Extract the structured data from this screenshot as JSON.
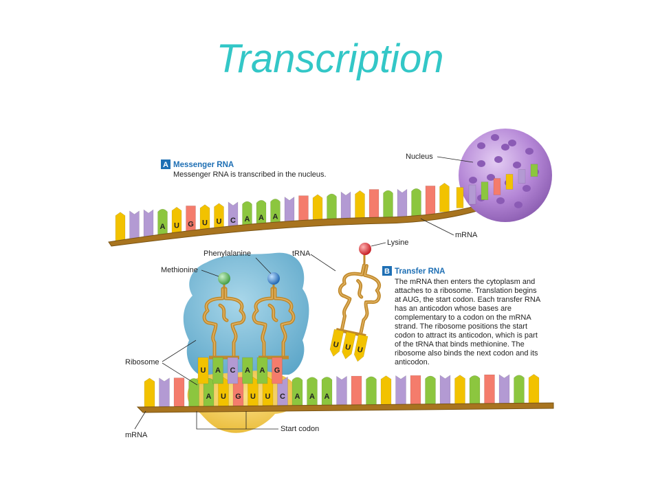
{
  "title": "Transcription",
  "section_a": {
    "badge": "A",
    "heading": "Messenger RNA",
    "text": "Messenger RNA is transcribed in the nucleus."
  },
  "section_b": {
    "badge": "B",
    "heading": "Transfer RNA",
    "lines": [
      "The mRNA then enters the cytoplasm and",
      "attaches to a ribosome. Translation begins",
      "at AUG, the start codon. Each transfer RNA",
      "has an anticodon whose bases are",
      "complementary to a codon on the mRNA",
      "strand. The ribosome positions the start",
      "codon to attract its anticodon, which is part",
      "of the tRNA that binds methionine. The",
      "ribosome also binds the next codon and its",
      "anticodon."
    ]
  },
  "labels": {
    "nucleus": "Nucleus",
    "mrna_top": "mRNA",
    "lysine": "Lysine",
    "trna": "tRNA",
    "phenylalanine": "Phenylalanine",
    "methionine": "Methionine",
    "ribosome": "Ribosome",
    "mrna_bottom": "mRNA",
    "start_codon": "Start codon"
  },
  "top_strand_bases": [
    "A",
    "U",
    "G",
    "U",
    "U",
    "C",
    "A",
    "A",
    "A"
  ],
  "free_trna_anticodon": [
    "U",
    "U",
    "U"
  ],
  "bound_anticodons": [
    "U",
    "A",
    "C",
    "A",
    "A",
    "G"
  ],
  "bottom_strand_bases": [
    "A",
    "U",
    "G",
    "U",
    "U",
    "C",
    "A",
    "A",
    "A"
  ],
  "colors": {
    "title": "#33c7c7",
    "heading": "#1e6fb4",
    "adenine": "#8cc63f",
    "uracil": "#f2c200",
    "guanine": "#f47c6c",
    "cytosine": "#b39ad3",
    "backbone": "#a8741f",
    "nucleus": "#b486d6",
    "ribosome_large": "#7fb8d4",
    "ribosome_small": "#f1c94a",
    "trna": "#c18a2c",
    "methionine": "#5cb85c",
    "phenylalanine": "#2a7fd4",
    "lysine": "#e0262e"
  }
}
